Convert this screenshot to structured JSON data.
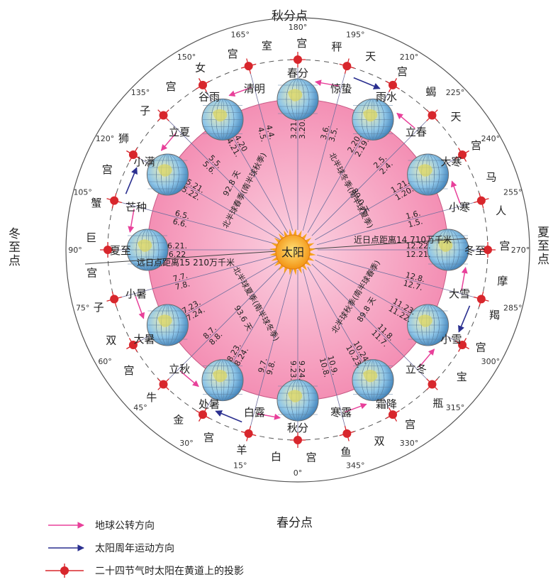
{
  "cardinals": {
    "top": "秋分点",
    "bottom": "春分点",
    "left": "冬至点",
    "right": "夏至点"
  },
  "sun_label": "太阳",
  "degree_labels": [
    "0°",
    "15°",
    "30°",
    "45°",
    "60°",
    "75°",
    "90°",
    "105°",
    "120°",
    "135°",
    "150°",
    "165°",
    "180°",
    "195°",
    "210°",
    "225°",
    "240°",
    "255°",
    "270°",
    "285°",
    "300°",
    "315°",
    "330°",
    "345°"
  ],
  "zodiac_chars": [
    "白",
    "羊",
    "宫",
    "金",
    "牛",
    "宫",
    "双",
    "子",
    "宫",
    "巨",
    "蟹",
    "宫",
    "狮",
    "子",
    "宫",
    "女",
    "宫",
    "室",
    "宫",
    "秤",
    "天",
    "宫",
    "蝎",
    "天",
    "宫",
    "马",
    "人",
    "宫",
    "摩",
    "羯",
    "宫",
    "宝",
    "瓶",
    "宫",
    "双",
    "鱼",
    "宫"
  ],
  "solar_terms": [
    {
      "name": "春分",
      "date": "3.21.\n3.20."
    },
    {
      "name": "惊蛰",
      "date": "3.6.\n3.5."
    },
    {
      "name": "雨水",
      "date": "2.20.\n2.19."
    },
    {
      "name": "立春",
      "date": "2.5.\n2.4."
    },
    {
      "name": "大寒",
      "date": "1.21.\n1.20."
    },
    {
      "name": "小寒",
      "date": "1.6.\n1.5."
    },
    {
      "name": "冬至",
      "date": "12.22.\n12.21."
    },
    {
      "name": "大雪",
      "date": "12.8.\n12.7."
    },
    {
      "name": "小雪",
      "date": "11.23.\n11.22."
    },
    {
      "name": "立冬",
      "date": "11.8.\n11.7."
    },
    {
      "name": "霜降",
      "date": "10.24.\n10.23."
    },
    {
      "name": "寒露",
      "date": "10.9.\n10.8."
    },
    {
      "name": "秋分",
      "date": "9.24.\n9.23."
    },
    {
      "name": "白露",
      "date": "9.7.\n9.8."
    },
    {
      "name": "处暑",
      "date": "8.23.\n8.24."
    },
    {
      "name": "立秋",
      "date": "8.7.\n8.8."
    },
    {
      "name": "大暑",
      "date": "7.23.\n7.24."
    },
    {
      "name": "小暑",
      "date": "7.7.\n7.8."
    },
    {
      "name": "夏至",
      "date": "6.21.\n6.22"
    },
    {
      "name": "芒种",
      "date": "6.5.\n6.6."
    },
    {
      "name": "小满",
      "date": "5.21.\n5.22."
    },
    {
      "name": "立夏",
      "date": "5.5.\n5.6."
    },
    {
      "name": "谷雨",
      "date": "4.20\n4.21."
    },
    {
      "name": "清明",
      "date": "4.4.\n4.5."
    }
  ],
  "season_labels": {
    "upper_left": "北半球春季(南半球秋季)",
    "upper_left_days": "92.8 天",
    "upper_right": "北半球冬季(南半球夏季)",
    "upper_right_days": "89.0 天",
    "lower_left": "北半球夏季(南半球冬季)",
    "lower_left_days": "93.6 天",
    "lower_right": "北半球秋季(南半球春季)",
    "lower_right_days": "89.8 天"
  },
  "perihelion_label": "近日点距离14 710万千米",
  "aphelion_label": "远日点距离15 210万千米",
  "legend": [
    {
      "text": "地球公转方向"
    },
    {
      "text": "太阳周年运动方向"
    },
    {
      "text": "二十四节气时太阳在黄道上的投影"
    }
  ],
  "colors": {
    "inner_disc": "#f48fb4",
    "inner_disc_light": "#fbd3e2",
    "outer_ring": "#ffffff",
    "marker": "#d8262c",
    "earth_arrow": "#e8409a",
    "sun_arrow": "#2a2f8f",
    "sun": "#f6a21c"
  }
}
